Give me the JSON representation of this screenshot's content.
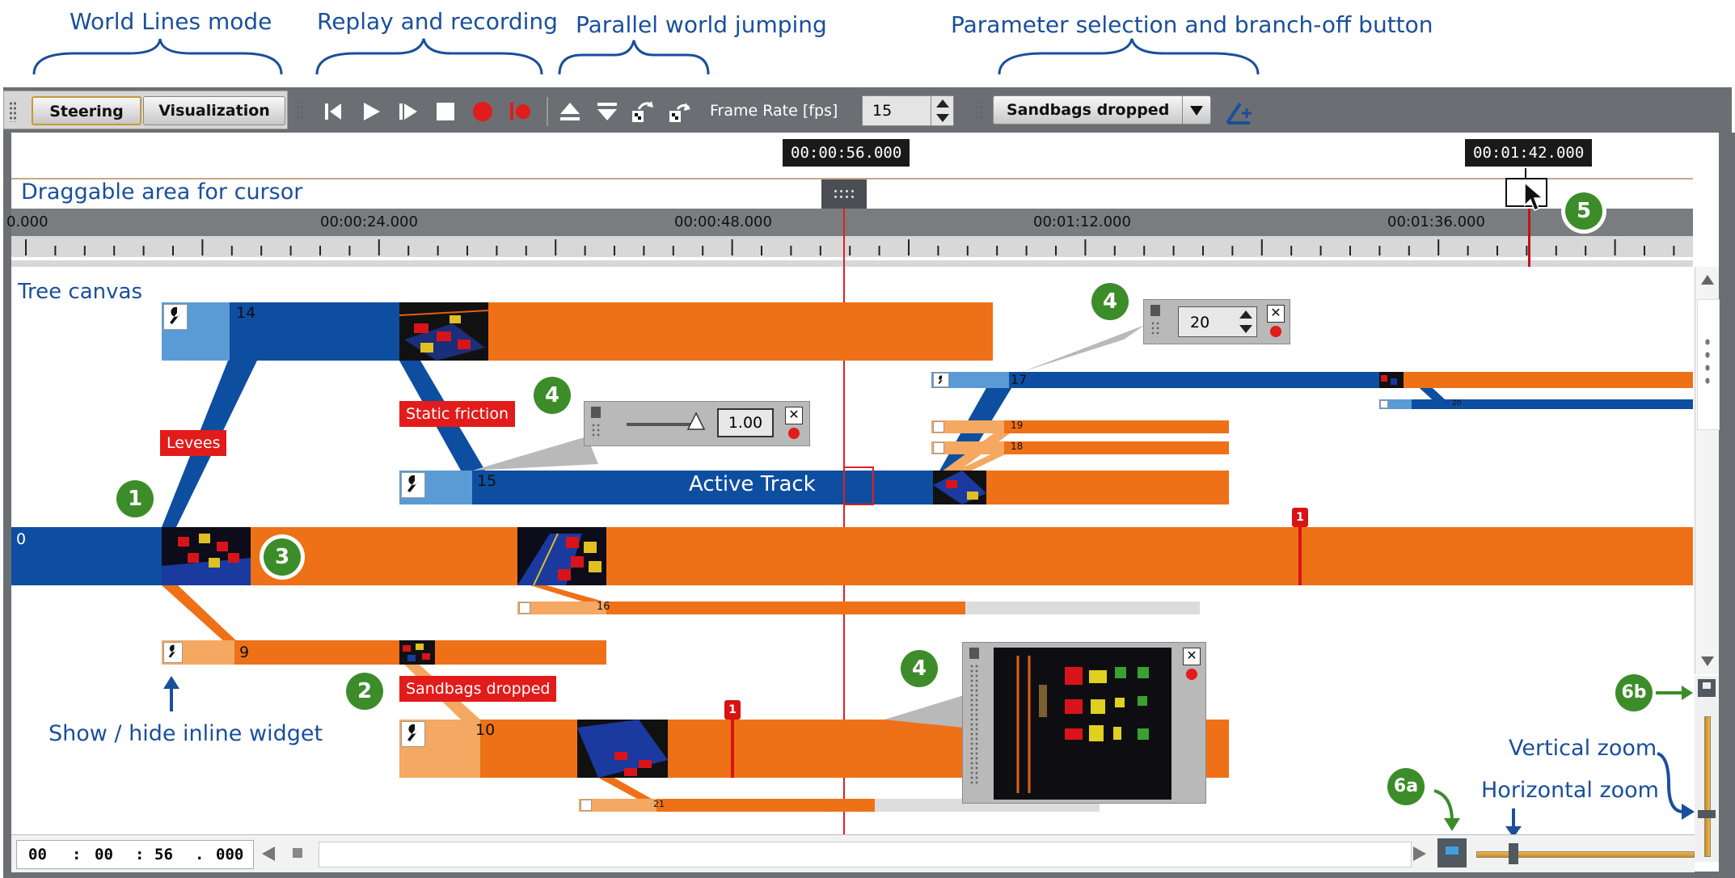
{
  "annotations": {
    "world_lines_mode": "World Lines mode",
    "replay_recording": "Replay and recording",
    "parallel_jumping": "Parallel world jumping",
    "param_selection": "Parameter selection and branch-off button",
    "draggable_area": "Draggable area for cursor",
    "tree_canvas": "Tree canvas",
    "show_hide_widget": "Show / hide inline widget",
    "vertical_zoom": "Vertical zoom",
    "horizontal_zoom": "Horizontal zoom",
    "active_track": "Active Track"
  },
  "callouts": {
    "c1": "1",
    "c2": "2",
    "c3": "3",
    "c4": "4",
    "c5": "5",
    "c6a": "6a",
    "c6b": "6b"
  },
  "toolbar": {
    "steering_label": "Steering",
    "visualization_label": "Visualization",
    "frame_rate_label": "Frame Rate [fps]",
    "frame_rate_value": "15",
    "param_selected": "Sandbags dropped"
  },
  "timeline": {
    "cursor_time": "00:00:56.000",
    "hover_time": "00:01:42.000",
    "ticks": [
      "0.000",
      "00:00:24.000",
      "00:00:48.000",
      "00:01:12.000",
      "00:01:36.000"
    ]
  },
  "tracks": {
    "t0": "0",
    "t9": "9",
    "t10": "10",
    "t14": "14",
    "t15": "15",
    "t16": "16",
    "t17": "17",
    "t18": "18",
    "t19": "19",
    "t20": "20",
    "t21": "21"
  },
  "branch_labels": {
    "levees": "Levees",
    "static_friction": "Static friction",
    "sandbags_dropped": "Sandbags dropped"
  },
  "widgets": {
    "slider_value": "1.00",
    "spinner_value": "20"
  },
  "markers": {
    "m1": "1",
    "m2": "1"
  },
  "bottom": {
    "hh": "00",
    "mm": "00",
    "ss": "56",
    "ms": "000"
  },
  "colors": {
    "blue": "#0d4ea0",
    "light_blue": "#5b9bd5",
    "orange": "#ee7118",
    "light_orange": "#f4a862",
    "red": "#e21b1b",
    "green": "#3d8c2a"
  }
}
